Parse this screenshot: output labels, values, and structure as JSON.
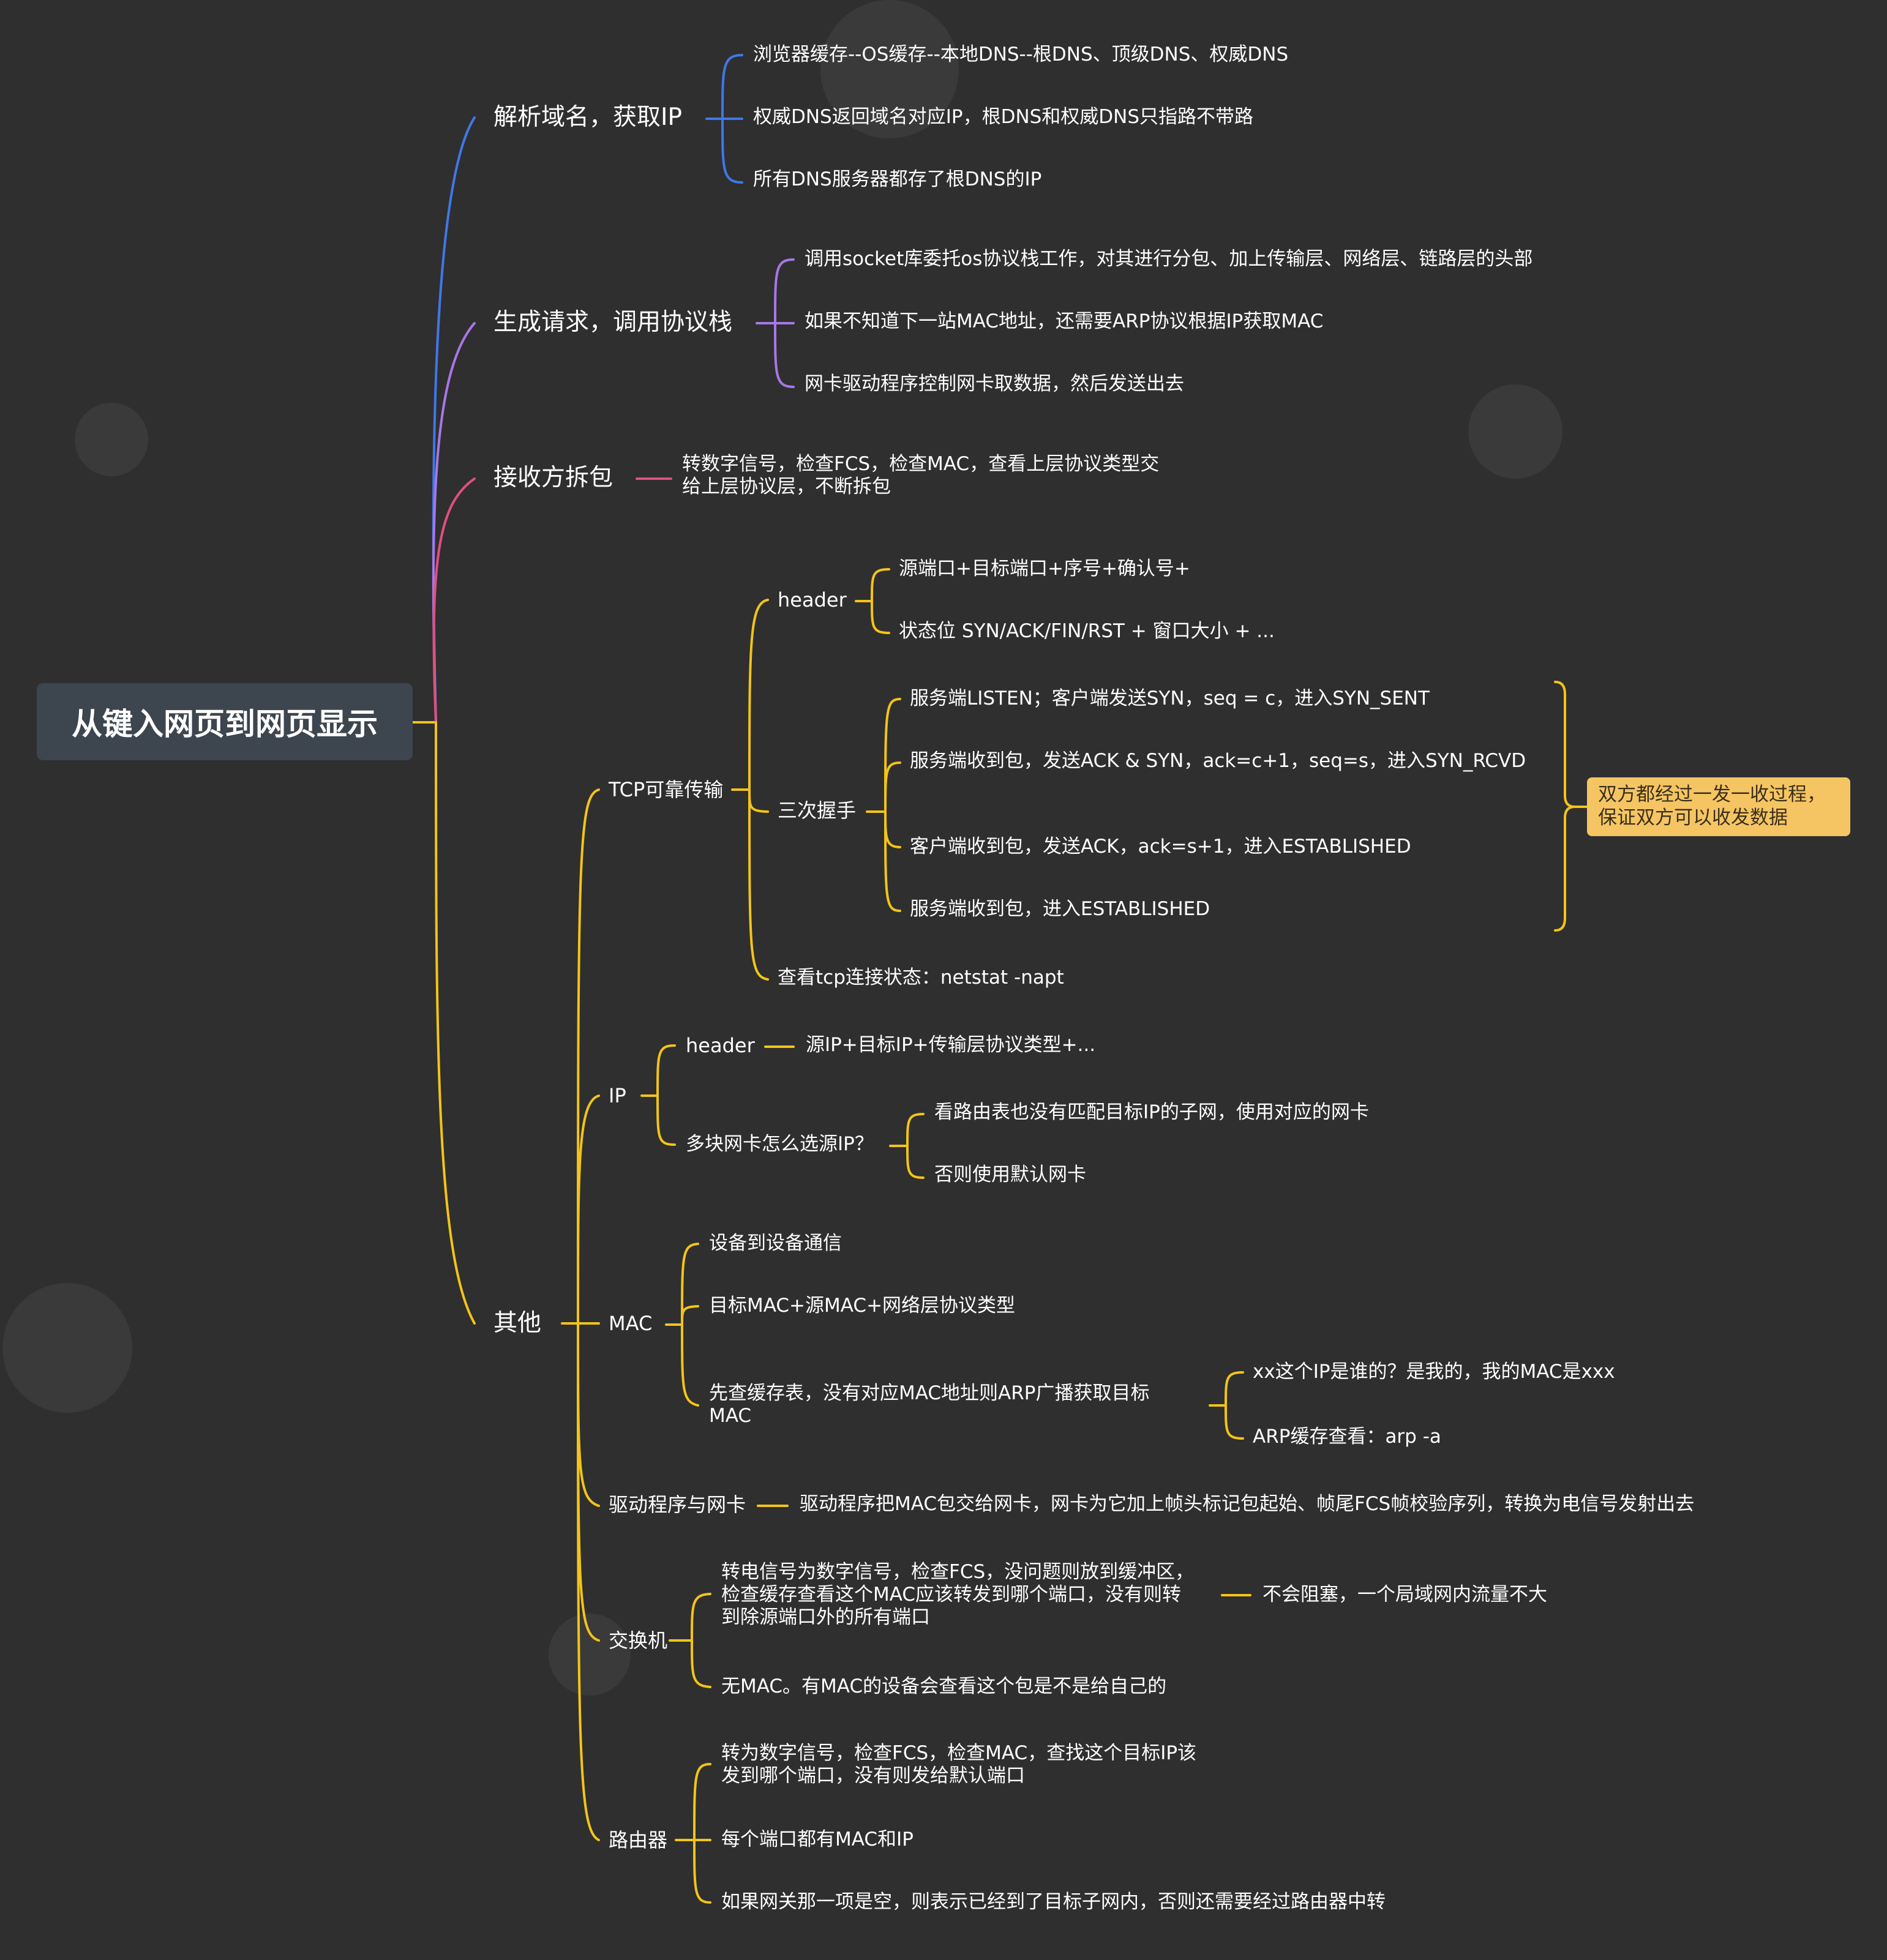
{
  "colors": {
    "background": "#2f2f2f",
    "root_fill": "#3d454f",
    "blue": "#3f78e8",
    "purple": "#a877e8",
    "pink": "#e0507e",
    "yellow": "#f2c418",
    "note_fill": "#f5c563"
  },
  "root": {
    "label": "从键入网页到网页显示"
  },
  "branches": {
    "dns": {
      "label": "解析域名，获取IP",
      "items": [
        "浏览器缓存--OS缓存--本地DNS--根DNS、顶级DNS、权威DNS",
        "权威DNS返回域名对应IP，根DNS和权威DNS只指路不带路",
        "所有DNS服务器都存了根DNS的IP"
      ]
    },
    "request": {
      "label": "生成请求，调用协议栈",
      "items": [
        "调用socket库委托os协议栈工作，对其进行分包、加上传输层、网络层、链路层的头部",
        "如果不知道下一站MAC地址，还需要ARP协议根据IP获取MAC",
        "网卡驱动程序控制网卡取数据，然后发送出去"
      ]
    },
    "receive": {
      "label": "接收方拆包",
      "item": "转数字信号，检查FCS，检查MAC，查看上层协议类型交\n给上层协议层，不断拆包"
    },
    "other": {
      "label": "其他",
      "tcp": {
        "label": "TCP可靠传输",
        "header_label": "header",
        "header_items": [
          "源端口+目标端口+序号+确认号+",
          "状态位 SYN/ACK/FIN/RST + 窗口大小 + ..."
        ],
        "handshake_label": "三次握手",
        "handshake_items": [
          "服务端LISTEN；客户端发送SYN，seq = c，进入SYN_SENT",
          "服务端收到包，发送ACK & SYN，ack=c+1，seq=s，进入SYN_RCVD",
          "客户端收到包，发送ACK，ack=s+1，进入ESTABLISHED",
          "服务端收到包，进入ESTABLISHED"
        ],
        "handshake_note": "双方都经过一发一收过程，\n保证双方可以收发数据",
        "netstat": "查看tcp连接状态：netstat -napt"
      },
      "ip": {
        "label": "IP",
        "header_label": "header",
        "header_item": "源IP+目标IP+传输层协议类型+...",
        "multi_nic_label": "多块网卡怎么选源IP？",
        "multi_nic_items": [
          "看路由表也没有匹配目标IP的子网，使用对应的网卡",
          "否则使用默认网卡"
        ]
      },
      "mac": {
        "label": "MAC",
        "items": [
          "设备到设备通信",
          "目标MAC+源MAC+网络层协议类型"
        ],
        "arp_label": "先查缓存表，没有对应MAC地址则ARP广播获取目标\nMAC",
        "arp_items": [
          "xx这个IP是谁的？是我的，我的MAC是xxx",
          "ARP缓存查看：arp -a"
        ]
      },
      "driver": {
        "label": "驱动程序与网卡",
        "item": "驱动程序把MAC包交给网卡，网卡为它加上帧头标记包起始、帧尾FCS帧校验序列，转换为电信号发射出去"
      },
      "switch": {
        "label": "交换机",
        "item1": "转电信号为数字信号，检查FCS，没问题则放到缓冲区，\n检查缓存查看这个MAC应该转发到哪个端口，没有则转\n到除源端口外的所有端口",
        "item1_child": "不会阻塞，一个局域网内流量不大",
        "item2": "无MAC。有MAC的设备会查看这个包是不是给自己的"
      },
      "router": {
        "label": "路由器",
        "items": [
          "转为数字信号，检查FCS，检查MAC，查找这个目标IP该\n发到哪个端口，没有则发给默认端口",
          "每个端口都有MAC和IP",
          "如果网关那一项是空，则表示已经到了目标子网内，否则还需要经过路由器中转"
        ]
      }
    }
  }
}
